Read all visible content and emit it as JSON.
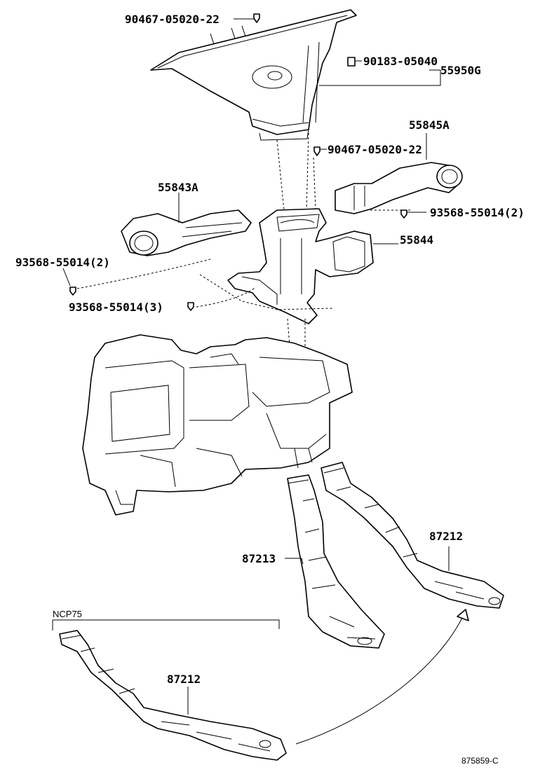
{
  "labels": {
    "screw_top": "90467-05020-22",
    "clip": "90183-05040",
    "defroster_nozzle": "55950G",
    "right_duct": "55845A",
    "screw_mid": "90467-05020-22",
    "left_duct": "55843A",
    "screw_right": "93568-55014(2)",
    "center_duct": "55844",
    "screw_left": "93568-55014(2)",
    "screw_center": "93568-55014(3)",
    "rear_duct_right": "87212",
    "rear_duct_left": "87213",
    "variant_ncp75": "NCP75",
    "rear_duct_ncp75": "87212",
    "diagram_code": "875859-C"
  }
}
